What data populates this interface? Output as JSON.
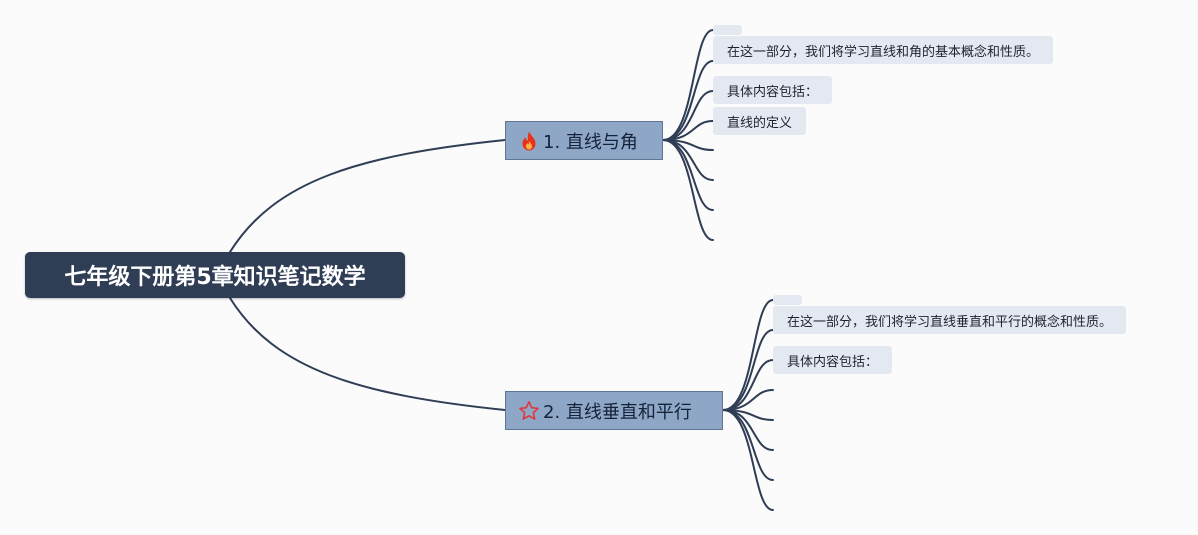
{
  "root": {
    "title": "七年级下册第5章知识笔记数学"
  },
  "branches": [
    {
      "label": "1. 直线与角",
      "icon": "fire-icon",
      "icon_color": "#e8321c",
      "leaves": [
        "在这一部分，我们将学习直线和角的基本概念和性质。",
        "具体内容包括：",
        "直线的定义"
      ]
    },
    {
      "label": "2. 直线垂直和平行",
      "icon": "star-outline-icon",
      "icon_color": "#e0383a",
      "leaves": [
        "在这一部分，我们将学习直线垂直和平行的概念和性质。",
        "具体内容包括："
      ]
    }
  ],
  "colors": {
    "background": "#fbfbfc",
    "root_fill": "#2f3d55",
    "branch_fill": "#8ea7c6",
    "leaf_fill": "#e4e9f1",
    "connector": "#2f3d55"
  }
}
